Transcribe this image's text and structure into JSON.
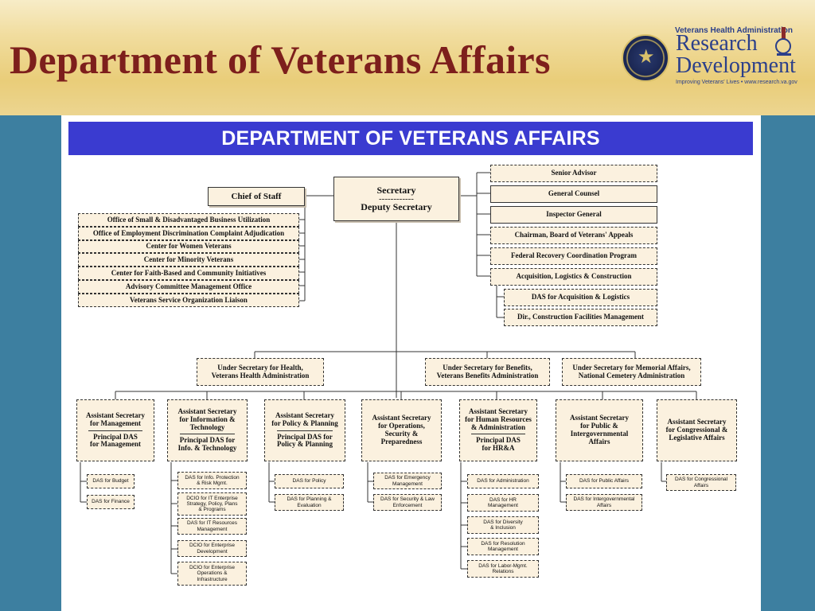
{
  "header": {
    "title": "Department of Veterans Affairs",
    "logo_top": "Veterans Health Administration",
    "logo_line1": "Research",
    "logo_line2": "Development",
    "logo_sub": "Improving Veterans' Lives • www.research.va.gov",
    "colors": {
      "title": "#7d1f1c",
      "logo": "#2b3f8a",
      "banner": "#3a3bd0"
    }
  },
  "chart": {
    "banner": "DEPARTMENT OF VETERANS AFFAIRS",
    "secretary": "Secretary",
    "secretary_dashes": "------------",
    "deputy": "Deputy Secretary",
    "chief_of_staff": "Chief of Staff",
    "left_offices": [
      "Office of Small & Disadvantaged Business Utilization",
      "Office of Employment Discrimination Complaint Adjudication",
      "Center for Women Veterans",
      "Center for Minority Veterans",
      "Center for Faith-Based and Community Initiatives",
      "Advisory Committee Management Office",
      "Veterans Service Organization Liaison"
    ],
    "right_offices": [
      "Senior Advisor",
      "General Counsel",
      "Inspector General",
      "Chairman, Board of Veterans' Appeals",
      "Federal Recovery Coordination Program",
      "Acquisition, Logistics & Construction"
    ],
    "right_sub": [
      "DAS for Acquisition & Logistics",
      "Dir., Construction Facilities Management"
    ],
    "under_secretaries": [
      "Under Secretary for Health,\nVeterans Health Administration",
      "Under Secretary for Benefits,\nVeterans Benefits Administration",
      "Under Secretary for Memorial Affairs,\nNational Cemetery Administration"
    ],
    "assistants": [
      {
        "top": "Assistant Secretary\nfor Management",
        "bottom": "Principal DAS\nfor Management"
      },
      {
        "top": "Assistant Secretary\nfor Information &\nTechnology",
        "bottom": "Principal DAS for\nInfo. & Technology"
      },
      {
        "top": "Assistant Secretary\nfor Policy & Planning",
        "bottom": "Principal DAS for\nPolicy & Planning"
      },
      {
        "top": "Assistant Secretary\nfor Operations,\nSecurity &\nPreparedness",
        "bottom": ""
      },
      {
        "top": "Assistant Secretary\nfor Human Resources\n& Administration",
        "bottom": "Principal DAS\nfor HR&A"
      },
      {
        "top": "Assistant Secretary\nfor Public &\nIntergovernmental\nAffairs",
        "bottom": ""
      },
      {
        "top": "Assistant Secretary\nfor Congressional &\nLegislative Affairs",
        "bottom": ""
      }
    ],
    "das_groups": [
      [
        "DAS for Budget",
        "DAS for Finance"
      ],
      [
        "DAS for Info. Protection\n& Risk Mgmt.",
        "DCIO for IT Enterprise\nStrategy, Policy, Plans\n& Programs",
        "DAS for IT Resources\nManagement",
        "DCIO for Enterprise\nDevelopment",
        "DCIO for Enterprise\nOperations &\nInfrastructure"
      ],
      [
        "DAS for Policy",
        "DAS for Planning &\nEvaluation"
      ],
      [
        "DAS for Emergency\nManagement",
        "DAS for Security & Law\nEnforcement"
      ],
      [
        "DAS for Administration",
        "DAS for HR\nManagement",
        "DAS for Diversity\n& Inclusion",
        "DAS for Resolution\nManagement",
        "DAS for Labor-Mgmt.\nRelations"
      ],
      [
        "DAS for Public Affairs",
        "DAS for Intergovernmental\nAffairs"
      ],
      [
        "DAS for Congressional\nAffairs"
      ]
    ]
  }
}
